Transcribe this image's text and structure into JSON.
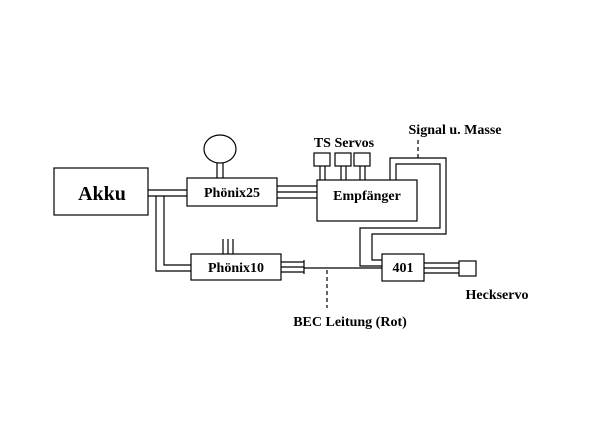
{
  "components": {
    "akku": "Akku",
    "phoenix25": "Phönix25",
    "empfaenger": "Empfänger",
    "phoenix10": "Phönix10",
    "gyro": "401"
  },
  "labels": {
    "ts_servos": "TS Servos",
    "signal_masse": "Signal u. Masse",
    "heckservo": "Heckservo",
    "bec_leitung": "BEC Leitung (Rot)"
  },
  "colors": {
    "line": "#000000",
    "background": "#ffffff"
  }
}
